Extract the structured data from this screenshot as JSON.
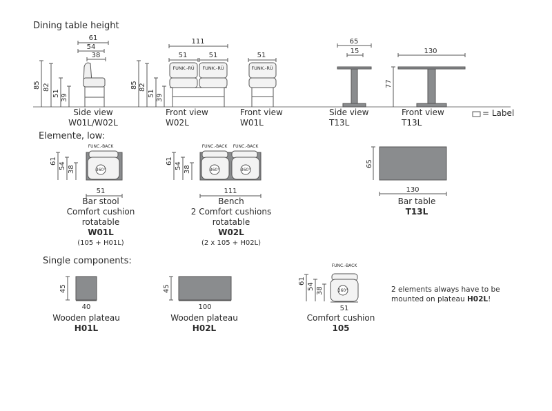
{
  "headings": {
    "dining": "Dining table height",
    "elements": "Elemente, low:",
    "single": "Single components:"
  },
  "legend": "= Label",
  "views": {
    "v1": {
      "line1": "Side view",
      "line2": "W01L/W02L"
    },
    "v2": {
      "line1": "Front view",
      "line2": "W02L"
    },
    "v3": {
      "line1": "Front view",
      "line2": "W01L"
    },
    "v4": {
      "line1": "Side view",
      "line2": "T13L"
    },
    "v5": {
      "line1": "Front view",
      "line2": "T13L"
    }
  },
  "dims": {
    "w61": "61",
    "w54": "54",
    "w38": "38",
    "h85": "85",
    "h82": "82",
    "h51": "51",
    "h39": "39",
    "w111": "111",
    "w51": "51",
    "w65": "65",
    "w15": "15",
    "w130": "130",
    "h77": "77",
    "d40": "40",
    "d45": "45",
    "d100": "100"
  },
  "labels": {
    "funk": "FUNK.-RÜ",
    "func": "FUNC.-BACK",
    "rot": "360°"
  },
  "elements": {
    "barstool": {
      "l1": "Bar stool",
      "l2": "Comfort cushion",
      "l3": "rotatable",
      "code": "W01L",
      "note": "(105 + H01L)"
    },
    "bench": {
      "l1": "Bench",
      "l2": "2 Comfort cushions",
      "l3": "rotatable",
      "code": "W02L",
      "note": "(2 x 105 + H02L)"
    },
    "bartable": {
      "l1": "Bar table",
      "code": "T13L"
    }
  },
  "components": {
    "plateau1": {
      "l1": "Wooden plateau",
      "code": "H01L"
    },
    "plateau2": {
      "l1": "Wooden plateau",
      "code": "H02L"
    },
    "cushion": {
      "l1": "Comfort cushion",
      "code": "105"
    },
    "note_line1": "2 elements always have to be",
    "note_line2": "mounted on plateau ",
    "note_code": "H02L",
    "note_end": "!"
  },
  "colors": {
    "fill_gray": "#8a8c8e",
    "line": "#555555"
  }
}
